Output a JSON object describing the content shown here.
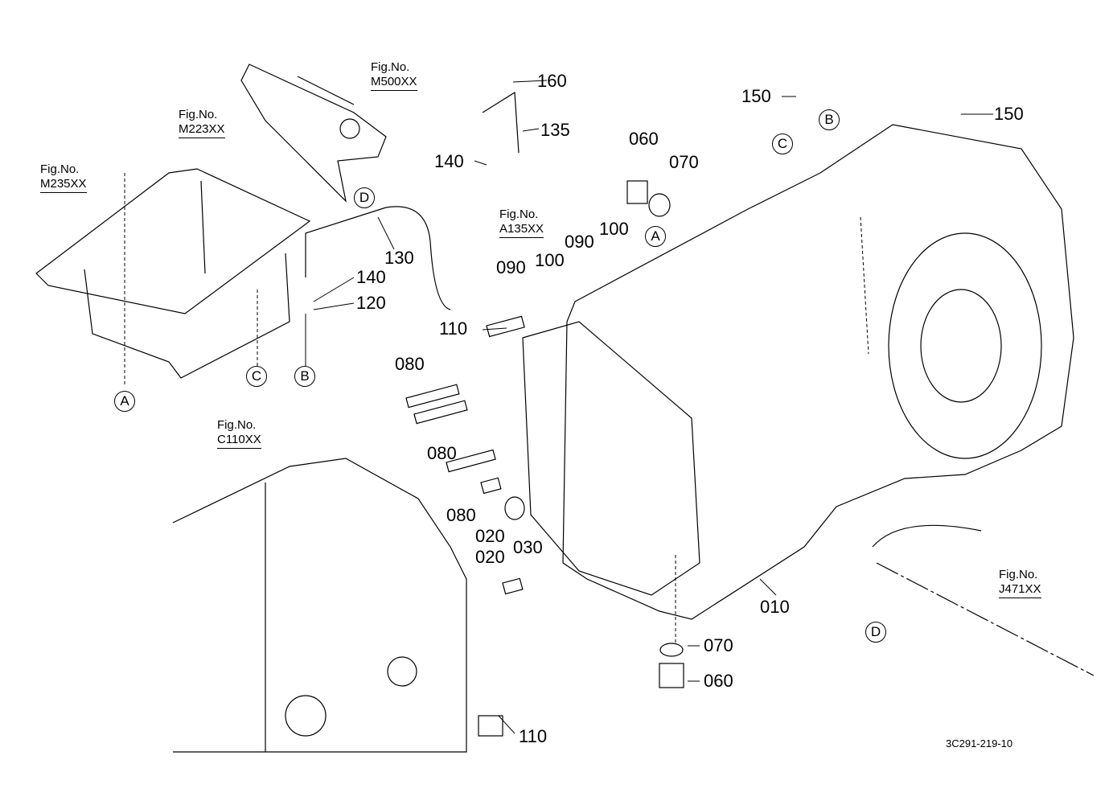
{
  "diagram": {
    "document_id": "3C291-219-10",
    "fig_refs": [
      {
        "label": "Fig.No.",
        "code": "M500XX"
      },
      {
        "label": "Fig.No.",
        "code": "M223XX"
      },
      {
        "label": "Fig.No.",
        "code": "M235XX"
      },
      {
        "label": "Fig.No.",
        "code": "A135XX"
      },
      {
        "label": "Fig.No.",
        "code": "C110XX"
      },
      {
        "label": "Fig.No.",
        "code": "J471XX"
      }
    ],
    "part_labels": [
      "160",
      "135",
      "140",
      "130",
      "140",
      "120",
      "110",
      "080",
      "080",
      "080",
      "020",
      "030",
      "020",
      "090",
      "100",
      "090",
      "100",
      "060",
      "070",
      "150",
      "150",
      "060",
      "070",
      "010",
      "110"
    ],
    "ref_markers": [
      "A",
      "B",
      "C",
      "D",
      "A",
      "B",
      "C",
      "D"
    ]
  }
}
